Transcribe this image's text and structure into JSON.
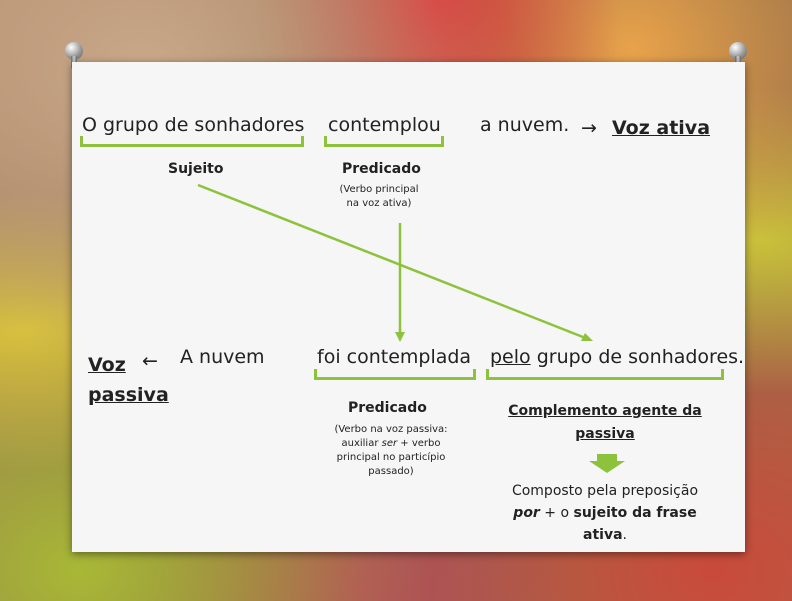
{
  "top_sentence": {
    "subject": "O grupo de sonhadores",
    "verb": "contemplou",
    "object": "a nuvem.",
    "arrow": "→",
    "label": "Voz ativa"
  },
  "top_labels": {
    "subject_label": "Sujeito",
    "predicate_label": "Predicado",
    "predicate_note_1": "(Verbo principal",
    "predicate_note_2": "na voz ativa)"
  },
  "bottom_sentence": {
    "voice_label_1": "Voz",
    "voice_arrow": "←",
    "voice_label_2": "passiva",
    "subject": "A nuvem",
    "verb": "foi contemplada",
    "agent_prep": "pelo",
    "agent_rest": " grupo de sonhadores."
  },
  "bottom_labels": {
    "predicate_label": "Predicado",
    "predicate_note_1": "(Verbo na voz passiva:",
    "predicate_note_2_a": "auxiliar ",
    "predicate_note_2_b": "ser",
    "predicate_note_2_c": " + verbo",
    "predicate_note_3": "principal no particípio",
    "predicate_note_4": "passado)",
    "agent_title_1": "Complemento agente da",
    "agent_title_2": "passiva",
    "agent_desc_1": "Composto pela preposição",
    "agent_desc_2_a": "por",
    "agent_desc_2_b": " + o ",
    "agent_desc_2_c": "sujeito da frase",
    "agent_desc_3_a": "ativa",
    "agent_desc_3_b": "."
  },
  "colors": {
    "accent_green": "#8cc23c",
    "board": "#f6f6f6",
    "text": "#222222"
  }
}
